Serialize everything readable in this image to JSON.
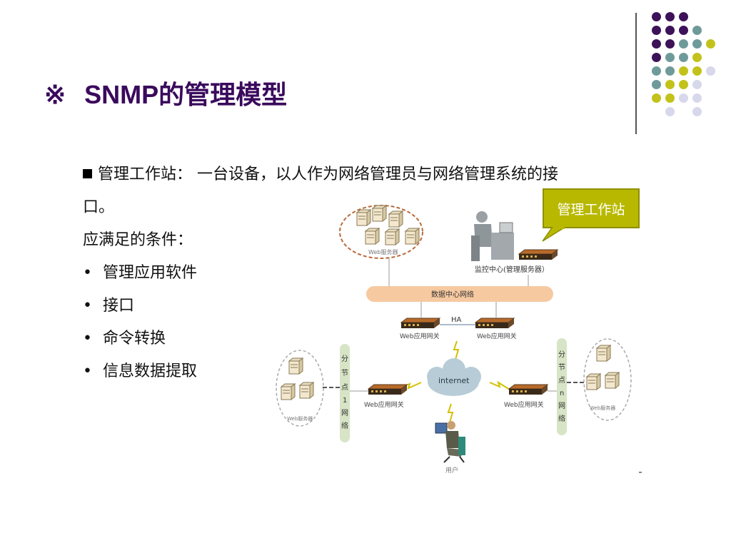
{
  "slide": {
    "title_mark": "※",
    "title": "SNMP的管理模型"
  },
  "content": {
    "line1": "管理工作站： 一台设备，以人作为网络管理员与网络管理系统的接",
    "line2": "口。",
    "line3": "应满足的条件：",
    "bullets": [
      "管理应用软件",
      "接口",
      "命令转换",
      "信息数据提取"
    ],
    "bullet_char": "•"
  },
  "diagram": {
    "callout": "管理工作站",
    "web_servers_top": "Web服务器",
    "monitor_center": "监控中心(管理服务器）",
    "datacenter_net": "数据中心网络",
    "ha": "HA",
    "gateway": "Web应用网关",
    "internet": "internet",
    "branch_left": [
      "分",
      "节",
      "点",
      "1",
      "网",
      "络"
    ],
    "branch_right": [
      "分",
      "节",
      "点",
      "n",
      "网",
      "络"
    ],
    "web_servers_side": "Web服务器",
    "user": "用户"
  },
  "colors": {
    "title": "#3a0a5c",
    "purple_dot": "#3d1259",
    "teal_dot": "#6f9a9a",
    "olive_dot": "#c2c21a",
    "lavender_dot": "#d8d8ec",
    "callout": "#b8b800",
    "network_bar": "#f6c9a0"
  }
}
